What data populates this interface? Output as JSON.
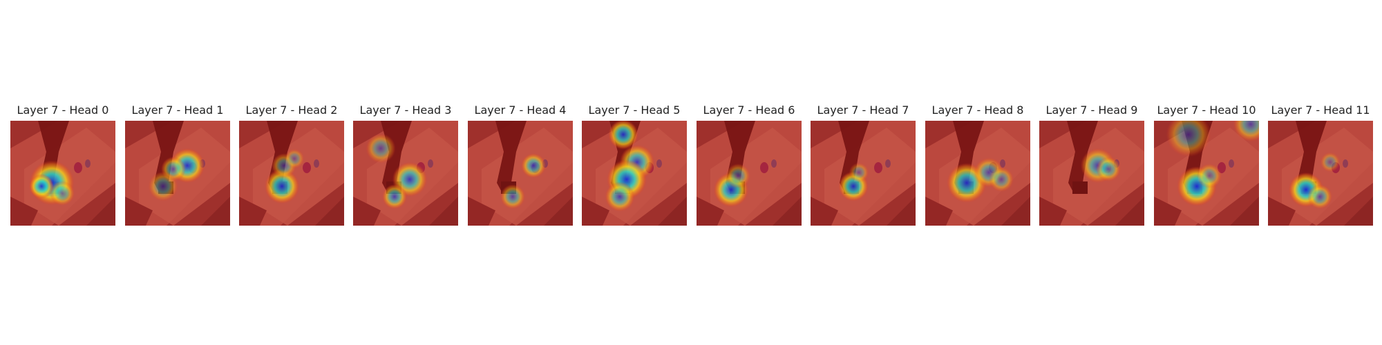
{
  "figure": {
    "panels": [
      {
        "title": "Layer 7 - Head 0"
      },
      {
        "title": "Layer 7 - Head 1"
      },
      {
        "title": "Layer 7 - Head 2"
      },
      {
        "title": "Layer 7 - Head 3"
      },
      {
        "title": "Layer 7 - Head 4"
      },
      {
        "title": "Layer 7 - Head 5"
      },
      {
        "title": "Layer 7 - Head 6"
      },
      {
        "title": "Layer 7 - Head 7"
      },
      {
        "title": "Layer 7 - Head 8"
      },
      {
        "title": "Layer 7 - Head 9"
      },
      {
        "title": "Layer 7 - Head 10"
      },
      {
        "title": "Layer 7 - Head 11"
      }
    ]
  },
  "colors": {
    "scene_base": "#8f3e3a",
    "tabletop": "#c8705e",
    "robot_arm": "#4a0e0e",
    "heat_low": "#b4201c",
    "heat_mid": "#f5d21c",
    "heat_high": "#1c2ad8"
  }
}
